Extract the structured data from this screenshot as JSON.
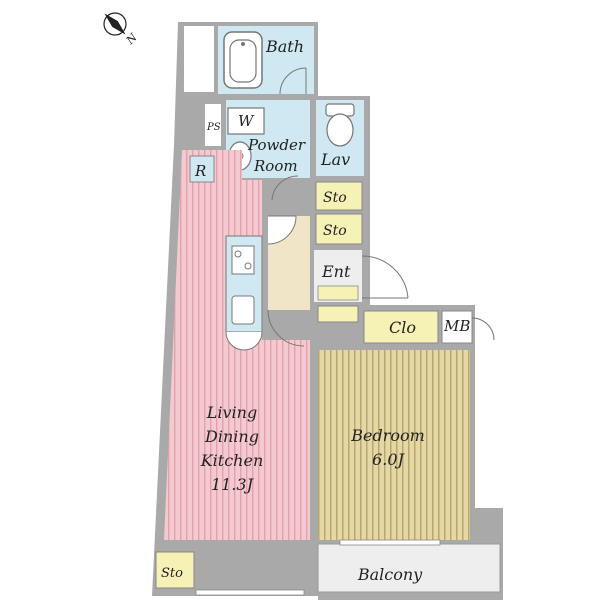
{
  "compass": {
    "north_label": "N"
  },
  "rooms": {
    "bath": "Bath",
    "w": "W",
    "ps": "PS",
    "powder_line1": "Powder",
    "powder_line2": "Room",
    "lav": "Lav",
    "sto_upper": "Sto",
    "sto_lower": "Sto",
    "r": "R",
    "ent": "Ent",
    "clo": "Clo",
    "mb": "MB",
    "ldk_line1": "Living",
    "ldk_line2": "Dining",
    "ldk_line3": "Kitchen",
    "ldk_size": "11.3J",
    "bedroom": "Bedroom",
    "bedroom_size": "6.0J",
    "balcony": "Balcony",
    "sto_corner": "Sto"
  },
  "colors": {
    "wall": "#a9a9a9",
    "ldk_floor": "#f4c9cf",
    "ldk_stripe": "#e3a2ab",
    "bedroom_floor": "#e5d7a6",
    "bedroom_stripe": "#b9a86c",
    "wet_area": "#cfe8f1",
    "storage": "#f6f2b6",
    "entrance": "#f1e5c8",
    "balcony": "#eeeeee"
  }
}
